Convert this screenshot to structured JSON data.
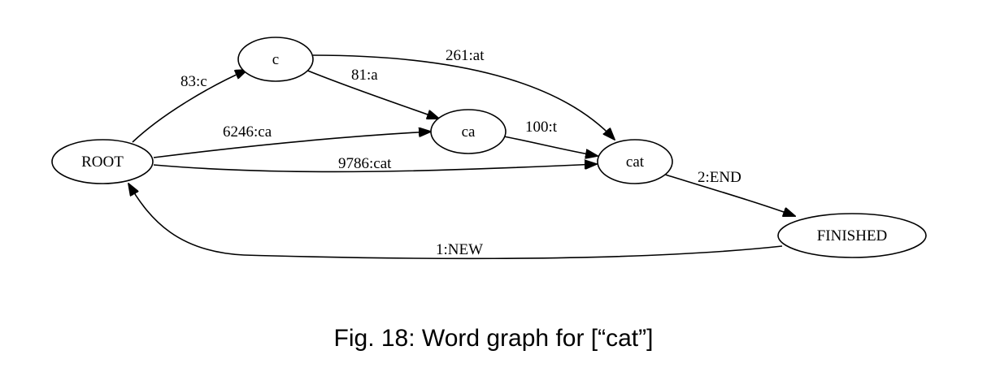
{
  "graph": {
    "nodes": [
      {
        "id": "root",
        "label": "ROOT"
      },
      {
        "id": "c",
        "label": "c"
      },
      {
        "id": "ca",
        "label": "ca"
      },
      {
        "id": "cat",
        "label": "cat"
      },
      {
        "id": "finished",
        "label": "FINISHED"
      }
    ],
    "edges": [
      {
        "id": "root-c",
        "from": "ROOT",
        "to": "c",
        "label": "83:c"
      },
      {
        "id": "c-ca",
        "from": "c",
        "to": "ca",
        "label": "81:a"
      },
      {
        "id": "c-cat",
        "from": "c",
        "to": "cat",
        "label": "261:at"
      },
      {
        "id": "root-ca",
        "from": "ROOT",
        "to": "ca",
        "label": "6246:ca"
      },
      {
        "id": "ca-cat",
        "from": "ca",
        "to": "cat",
        "label": "100:t"
      },
      {
        "id": "root-cat",
        "from": "ROOT",
        "to": "cat",
        "label": "9786:cat"
      },
      {
        "id": "cat-finished",
        "from": "cat",
        "to": "FINISHED",
        "label": "2:END"
      },
      {
        "id": "finished-root",
        "from": "FINISHED",
        "to": "ROOT",
        "label": "1:NEW"
      }
    ]
  },
  "caption": "Fig. 18: Word graph for [“cat”]"
}
